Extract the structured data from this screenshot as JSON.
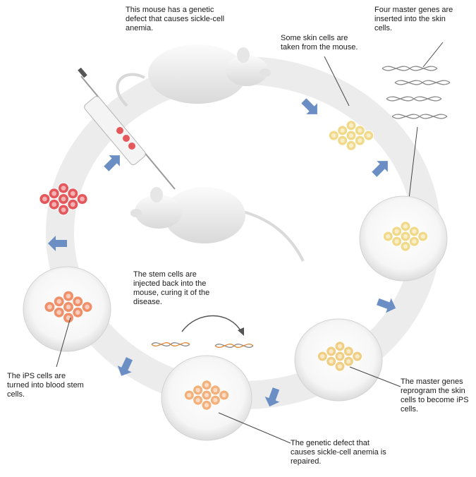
{
  "captions": {
    "mouse_defect": "This mouse has a genetic defect that causes sickle-cell anemia.",
    "master_genes": "Four master genes are inserted into the skin cells.",
    "skin_cells": "Some skin cells are taken from the mouse.",
    "stem_injected": "The stem cells are injected back into the mouse, curing it of the disease.",
    "ips_blood": "The iPS cells are turned into blood stem cells.",
    "reprogram": "The master genes reprogram the skin cells to become iPS cells.",
    "repaired": "The genetic defect that causes sickle-cell anemia is repaired."
  },
  "colors": {
    "arrow": "#6b8fc4",
    "skin_cell": "#f1d98a",
    "ips_cell": "#f0cf84",
    "repaired_cell": "#f3b07a",
    "blood_stem_cell": "#f0906a",
    "red_cell": "#e4575a",
    "dish": "#eeeeee",
    "mouse": "#efefef",
    "dna_gray": "#8a8a8a",
    "dna_orange": "#e08a3a"
  },
  "icons": [
    "mouse-icon",
    "syringe-icon",
    "dna-icon",
    "petri-dish-icon",
    "cell-cluster-icon",
    "arrow-icon"
  ]
}
